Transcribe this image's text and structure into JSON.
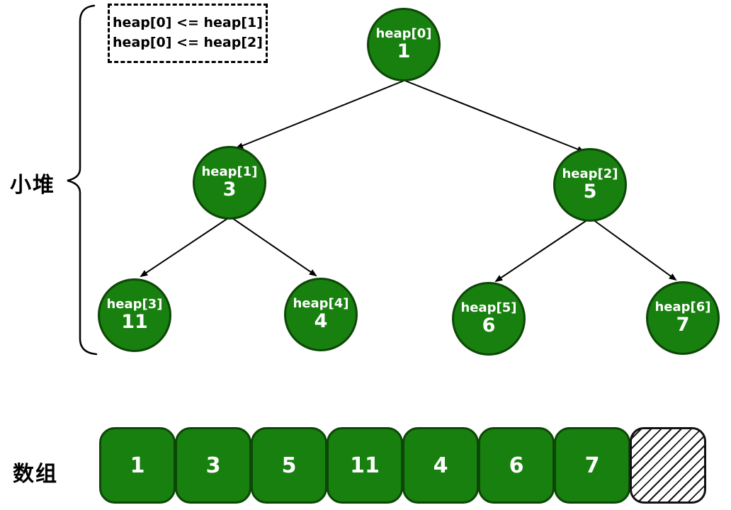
{
  "condition_box": {
    "line1": "heap[0] <= heap[1]",
    "line2": "heap[0] <= heap[2]"
  },
  "labels": {
    "tree": "小堆",
    "array": "数组"
  },
  "tree": {
    "nodes": [
      {
        "label": "heap[0]",
        "value": "1"
      },
      {
        "label": "heap[1]",
        "value": "3"
      },
      {
        "label": "heap[2]",
        "value": "5"
      },
      {
        "label": "heap[3]",
        "value": "11"
      },
      {
        "label": "heap[4]",
        "value": "4"
      },
      {
        "label": "heap[5]",
        "value": "6"
      },
      {
        "label": "heap[6]",
        "value": "7"
      }
    ]
  },
  "array": {
    "cells": [
      "1",
      "3",
      "5",
      "11",
      "4",
      "6",
      "7"
    ],
    "empty_cell": "hatched-placeholder"
  },
  "colors": {
    "node_fill": "#17800e",
    "node_border": "#0d4708",
    "node_text": "#ffffff",
    "line": "#000000"
  }
}
